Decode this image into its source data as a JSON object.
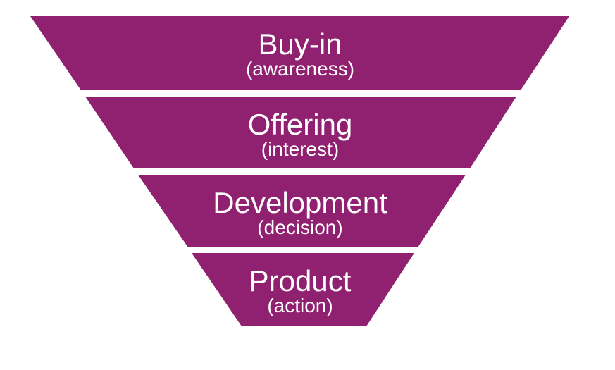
{
  "diagram": {
    "type": "inverted-funnel",
    "band_color": "#8F2170",
    "text_color": "#FFFFFF",
    "background_color": "#FFFFFF",
    "levels": [
      {
        "title": "Buy-in",
        "subtitle": "(awareness)"
      },
      {
        "title": "Offering",
        "subtitle": "(interest)"
      },
      {
        "title": "Development",
        "subtitle": "(decision)"
      },
      {
        "title": "Product",
        "subtitle": "(action)"
      }
    ]
  }
}
